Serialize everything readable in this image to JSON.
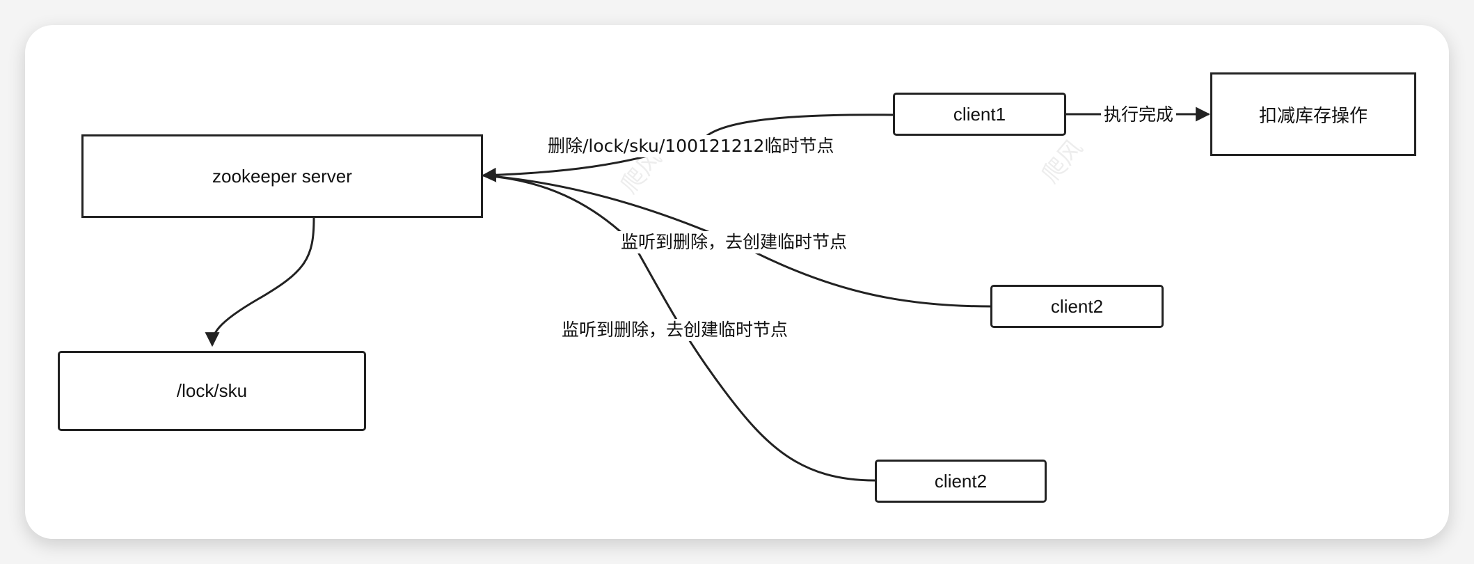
{
  "nodes": {
    "zookeeper_server": "zookeeper server",
    "lock_sku": "/lock/sku",
    "client1": "client1",
    "client2_upper": "client2",
    "client2_lower": "client2",
    "deduct_inventory": "扣减库存操作"
  },
  "edges": {
    "delete_temp_node": "删除/lock/sku/100121212临时节点",
    "watch_create_upper": "监听到删除，去创建临时节点",
    "watch_create_lower": "监听到删除，去创建临时节点",
    "execute_complete": "执行完成"
  },
  "watermark": "爬风"
}
